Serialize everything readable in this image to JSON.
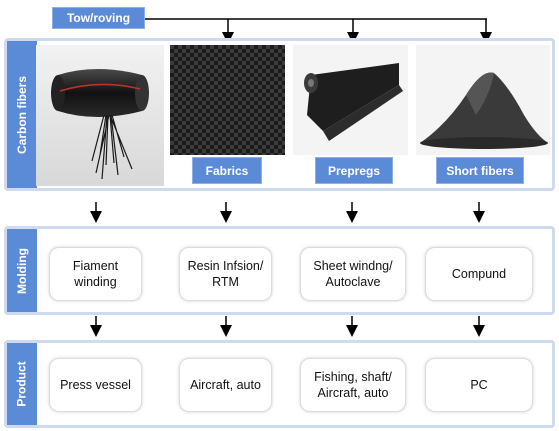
{
  "top_label": "Tow/roving",
  "sections": {
    "carbon_fibers": {
      "label": "Carbon fibers",
      "tags": [
        "Fabrics",
        "Prepregs",
        "Short fibers"
      ]
    },
    "molding": {
      "label": "Molding",
      "boxes": [
        "Fiament\nwinding",
        "Resin Infsion/\nRTM",
        "Sheet windng/\nAutoclave",
        "Compund"
      ]
    },
    "product": {
      "label": "Product",
      "boxes": [
        "Press vessel",
        "Aircraft, auto",
        "Fishing, shaft/\nAircraft, auto",
        "PC"
      ]
    }
  },
  "colors": {
    "accent": "#5b8bd6",
    "border": "#cfd9ef"
  }
}
